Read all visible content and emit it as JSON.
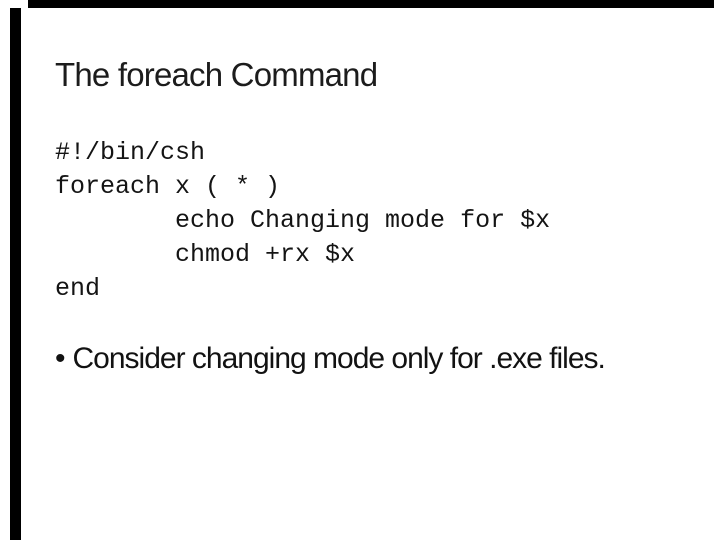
{
  "slide": {
    "title": "The foreach Command",
    "code": "#!/bin/csh\nforeach x ( * )\n        echo Changing mode for $x\n        chmod +rx $x\nend",
    "bullet": {
      "glyph": "•",
      "text": "Consider changing mode only for .exe files."
    },
    "colors": {
      "background": "#ffffff",
      "text": "#1c1c1c",
      "frame": "#000000"
    }
  }
}
